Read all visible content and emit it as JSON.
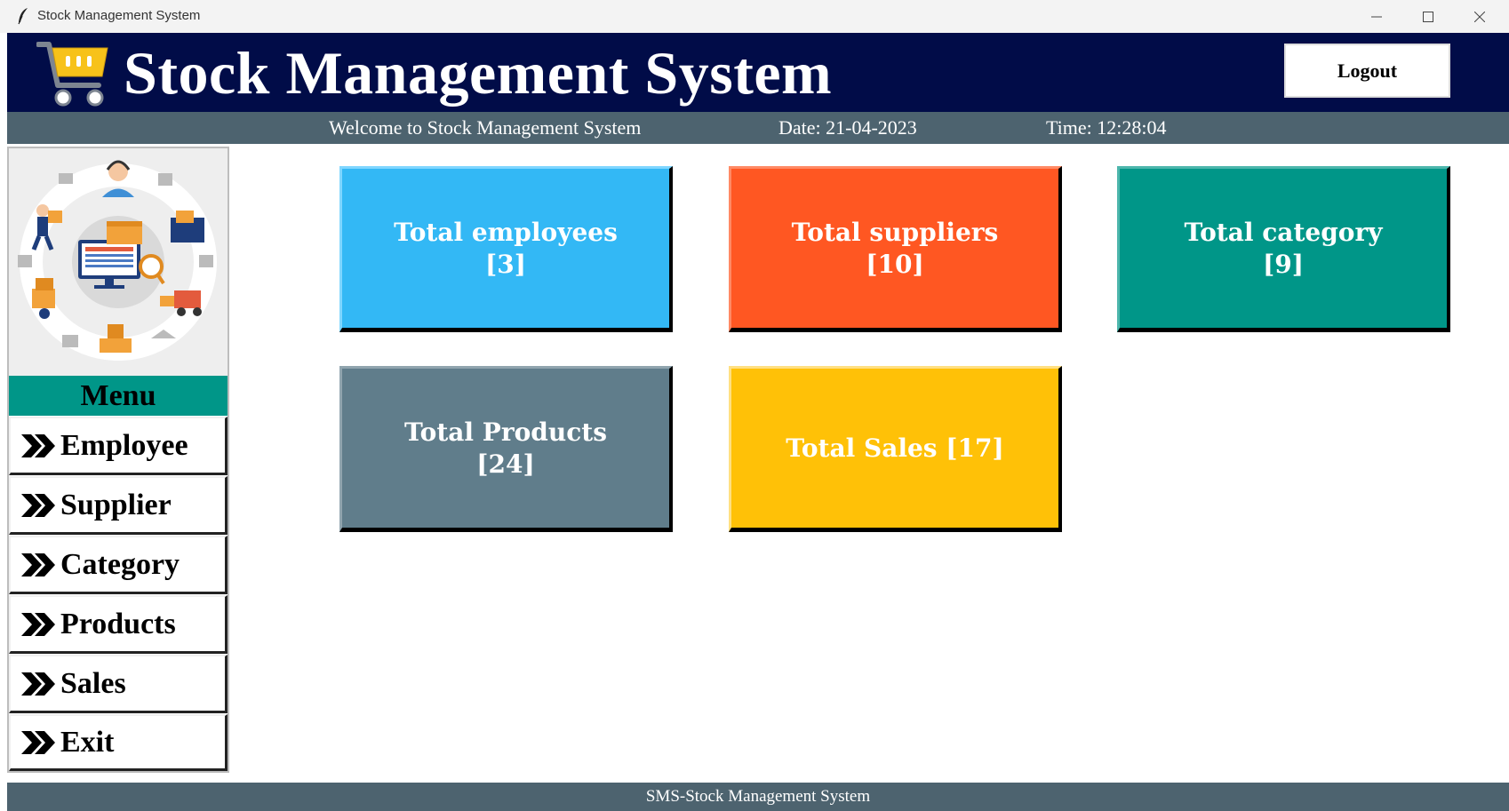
{
  "window": {
    "title": "Stock Management System"
  },
  "header": {
    "title": "Stock Management System",
    "logout_label": "Logout",
    "cart_icon": "shopping-cart-icon"
  },
  "subheader": {
    "welcome": "Welcome to Stock Management System",
    "date": "Date: 21-04-2023",
    "time": "Time: 12:28:04"
  },
  "sidebar": {
    "illustration": "warehouse-logistics-illustration",
    "menu_title": "Menu",
    "items": [
      {
        "label": "Employee"
      },
      {
        "label": "Supplier"
      },
      {
        "label": "Category"
      },
      {
        "label": "Products"
      },
      {
        "label": "Sales"
      },
      {
        "label": "Exit"
      }
    ]
  },
  "cards": {
    "employees": {
      "label": "Total employees",
      "count": "[3]",
      "color": "#33b8f5"
    },
    "suppliers": {
      "label": "Total suppliers",
      "count": "[10]",
      "color": "#ff5722"
    },
    "category": {
      "label": "Total category",
      "count": "[9]",
      "color": "#009688"
    },
    "products": {
      "label": "Total Products",
      "count": "[24]",
      "color": "#607d8b"
    },
    "sales": {
      "label": "Total Sales [17]",
      "color": "#ffc107"
    }
  },
  "footer": {
    "text": "SMS-Stock Management System"
  },
  "colors": {
    "header_bg": "#010c48",
    "subheader_bg": "#4d636f",
    "menu_title_bg": "#009688"
  }
}
